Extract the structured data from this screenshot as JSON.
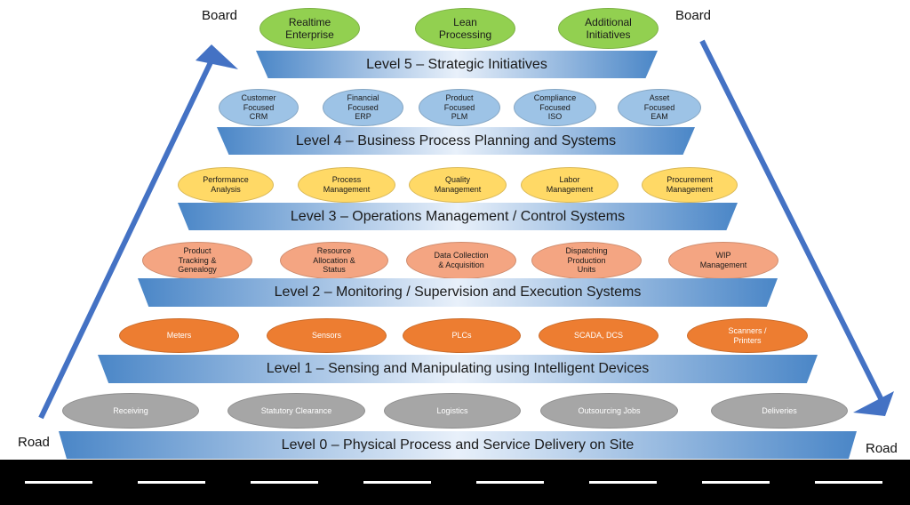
{
  "corners": {
    "top_left": "Board",
    "top_right": "Board",
    "bottom_left": "Road",
    "bottom_right": "Road"
  },
  "colors": {
    "bar_dark": "#4a86c7",
    "bar_light": "#e8f0fa",
    "arrow": "#4472c4",
    "road": "#000000",
    "road_marking": "#ffffff"
  },
  "levels": [
    {
      "label": "Level 5 – Strategic Initiatives",
      "oval_color": "#92d050",
      "oval_text_color": "#1a1a1a",
      "items": [
        "Realtime\nEnterprise",
        "Lean\nProcessing",
        "Additional\nInitiatives"
      ]
    },
    {
      "label": "Level 4 – Business  Process Planning and Systems",
      "oval_color": "#9dc3e6",
      "oval_text_color": "#1a1a1a",
      "items": [
        "Customer\nFocused\nCRM",
        "Financial\nFocused\nERP",
        "Product\nFocused\nPLM",
        "Compliance\nFocused\nISO",
        "Asset\nFocused\nEAM"
      ]
    },
    {
      "label": "Level 3 – Operations Management / Control Systems",
      "oval_color": "#ffd966",
      "oval_text_color": "#1a1a1a",
      "items": [
        "Performance\nAnalysis",
        "Process\nManagement",
        "Quality\nManagement",
        "Labor\nManagement",
        "Procurement\nManagement"
      ]
    },
    {
      "label": "Level 2 – Monitoring / Supervision and Execution Systems",
      "oval_color": "#f4a582",
      "oval_text_color": "#1a1a1a",
      "items": [
        "Product\nTracking &\nGenealogy",
        "Resource\nAllocation &\nStatus",
        "Data Collection\n& Acquisition",
        "Dispatching\nProduction\nUnits",
        "WIP\nManagement"
      ]
    },
    {
      "label": "Level 1 – Sensing and Manipulating using Intelligent Devices",
      "oval_color": "#ed7d31",
      "oval_text_color": "#ffffff",
      "items": [
        "Meters",
        "Sensors",
        "PLCs",
        "SCADA, DCS",
        "Scanners /\nPrinters"
      ]
    },
    {
      "label": "Level 0 – Physical Process and Service Delivery on Site",
      "oval_color": "#a6a6a6",
      "oval_text_color": "#ffffff",
      "items": [
        "Receiving",
        "Statutory Clearance",
        "Logistics",
        "Outsourcing Jobs",
        "Deliveries"
      ]
    }
  ]
}
